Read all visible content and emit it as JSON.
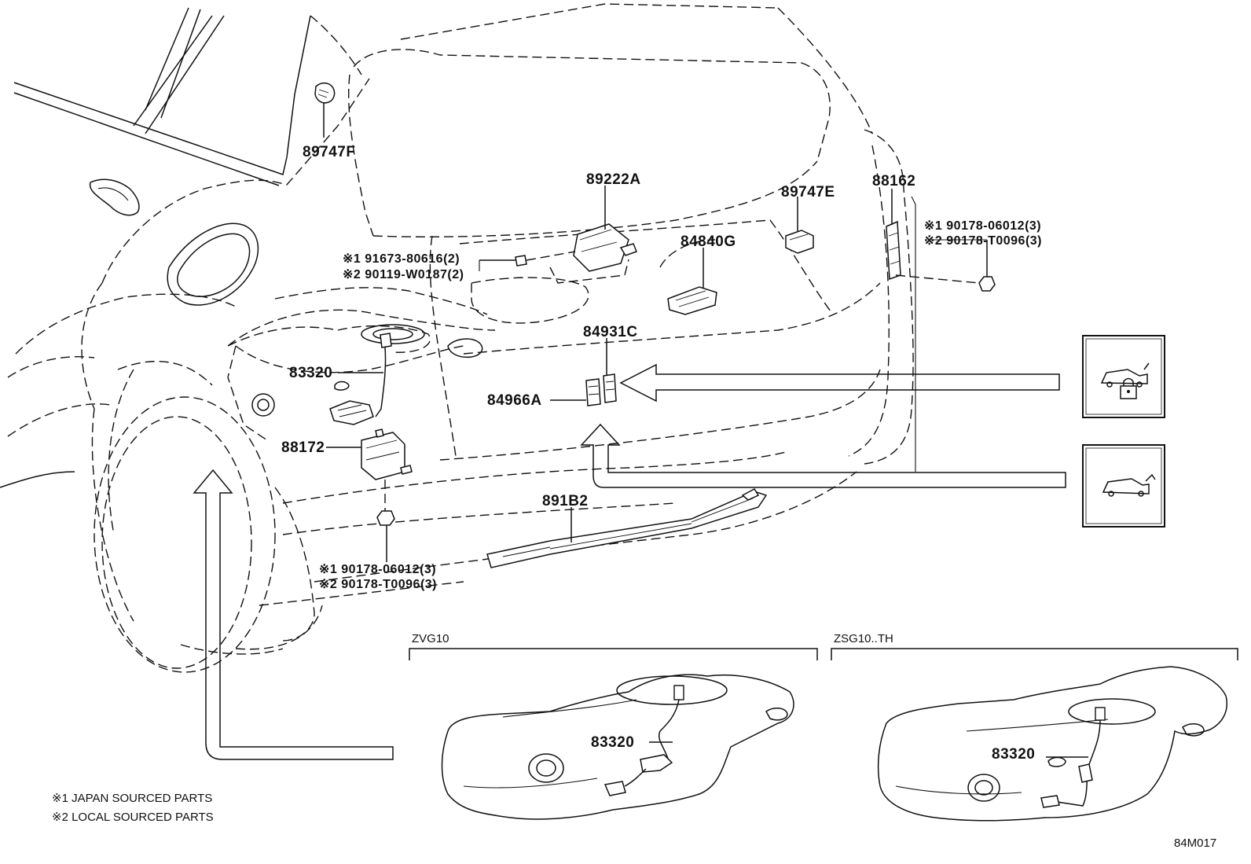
{
  "callouts": {
    "p89747F": "89747F",
    "p89222A": "89222A",
    "p89747E": "89747E",
    "p88162": "88162",
    "p84840G": "84840G",
    "p84931C": "84931C",
    "p84966A": "84966A",
    "p83320": "83320",
    "p88172": "88172",
    "p891B2": "891B2",
    "p83320_zvg": "83320",
    "p83320_zsg": "83320"
  },
  "fastener_groups": {
    "screw_left": {
      "line1_mark": "※1",
      "line1_part": "91673-80616(2)",
      "line2_mark": "※2",
      "line2_part": "90119-W0187(2)"
    },
    "nut_right": {
      "line1_mark": "※1",
      "line1_part": "90178-06012(3)",
      "line2_mark": "※2",
      "line2_part": "90178-T0096(3)"
    },
    "nut_bottom": {
      "line1_mark": "※1",
      "line1_part": "90178-06012(3)",
      "line2_mark": "※2",
      "line2_part": "90178-T0096(3)"
    }
  },
  "variants": {
    "zvg10": "ZVG10",
    "zsg10": "ZSG10..TH"
  },
  "notes": {
    "note1": "※1 JAPAN SOURCED PARTS",
    "note2": "※2 LOCAL SOURCED PARTS"
  },
  "diagram_code": "84M017",
  "icons": {
    "lock_view": "car-lock-icon",
    "tailgate_view": "car-rear-icon"
  }
}
